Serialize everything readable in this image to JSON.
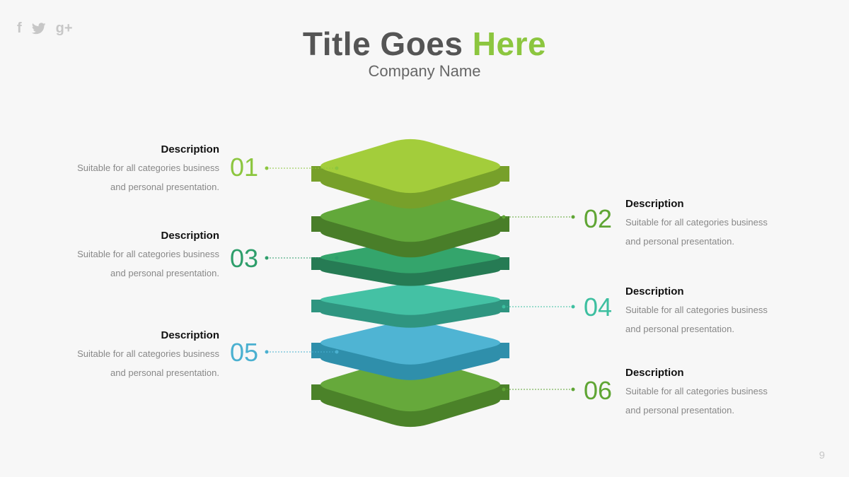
{
  "title": {
    "main": "Title Goes",
    "highlight": "Here"
  },
  "subtitle": "Company Name",
  "social": [
    "facebook-icon",
    "twitter-icon",
    "google-plus-icon"
  ],
  "social_text": {
    "facebook": "f",
    "googleplus": "g+"
  },
  "page_number": "9",
  "colors": {
    "accent": "#8cc63f",
    "title": "#555555",
    "text_muted": "#888888"
  },
  "items": [
    {
      "number": "01",
      "title": "Description",
      "line1": "Suitable for all categories business",
      "line2": "and personal presentation.",
      "side": "left",
      "color": "#8cc63f"
    },
    {
      "number": "02",
      "title": "Description",
      "line1": "Suitable for all categories business",
      "line2": "and personal presentation.",
      "side": "right",
      "color": "#5fa534"
    },
    {
      "number": "03",
      "title": "Description",
      "line1": "Suitable for all categories business",
      "line2": "and personal presentation.",
      "side": "left",
      "color": "#2e9e6b"
    },
    {
      "number": "04",
      "title": "Description",
      "line1": "Suitable for all categories business",
      "line2": "and personal presentation.",
      "side": "right",
      "color": "#3dbfa0"
    },
    {
      "number": "05",
      "title": "Description",
      "line1": "Suitable for all categories business",
      "line2": "and personal presentation.",
      "side": "left",
      "color": "#4ab0d0"
    },
    {
      "number": "06",
      "title": "Description",
      "line1": "Suitable for all categories business",
      "line2": "and personal presentation.",
      "side": "right",
      "color": "#5fa534"
    }
  ],
  "layers": [
    {
      "top": "#a3cd3b",
      "side": "#77a02a"
    },
    {
      "top": "#62a83a",
      "side": "#497e29"
    },
    {
      "top": "#34a56c",
      "side": "#267b54"
    },
    {
      "top": "#44c1a4",
      "side": "#2f9580"
    },
    {
      "top": "#4fb4d3",
      "side": "#2f8fab"
    },
    {
      "top": "#66a93b",
      "side": "#4b8229"
    }
  ]
}
